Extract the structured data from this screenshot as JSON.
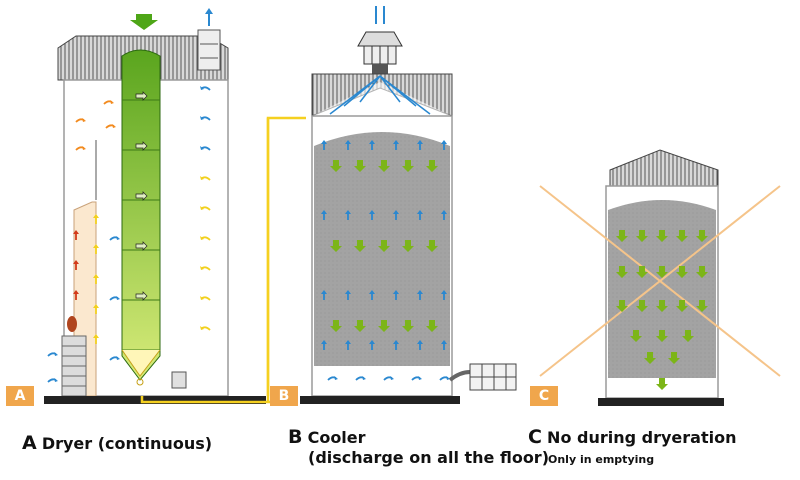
{
  "panels": [
    {
      "letter": "A",
      "title": "Dryer (continuous)",
      "subtitle": "",
      "note": "",
      "badge": "A"
    },
    {
      "letter": "B",
      "title": "Cooler",
      "subtitle": "(discharge on all the floor)",
      "note": "",
      "badge": "B"
    },
    {
      "letter": "C",
      "title": "No during dryeration",
      "subtitle": "",
      "note": "Only in emptying",
      "badge": "C"
    }
  ],
  "colors": {
    "green_top": "#5aa51e",
    "green_bottom": "#d8ec7a",
    "grain_gray": "#a3a3a3",
    "arrow_blue": "#2a88d0",
    "arrow_orange": "#f28a1e",
    "arrow_red": "#d23a1a",
    "arrow_yellow": "#f2d01e",
    "arrow_green": "#7cb518",
    "duct_yellow": "#f5d020",
    "cross_orange": "#f5c48a",
    "badge_orange": "#f0a64c",
    "warm_panel": "#fbe8cf"
  }
}
